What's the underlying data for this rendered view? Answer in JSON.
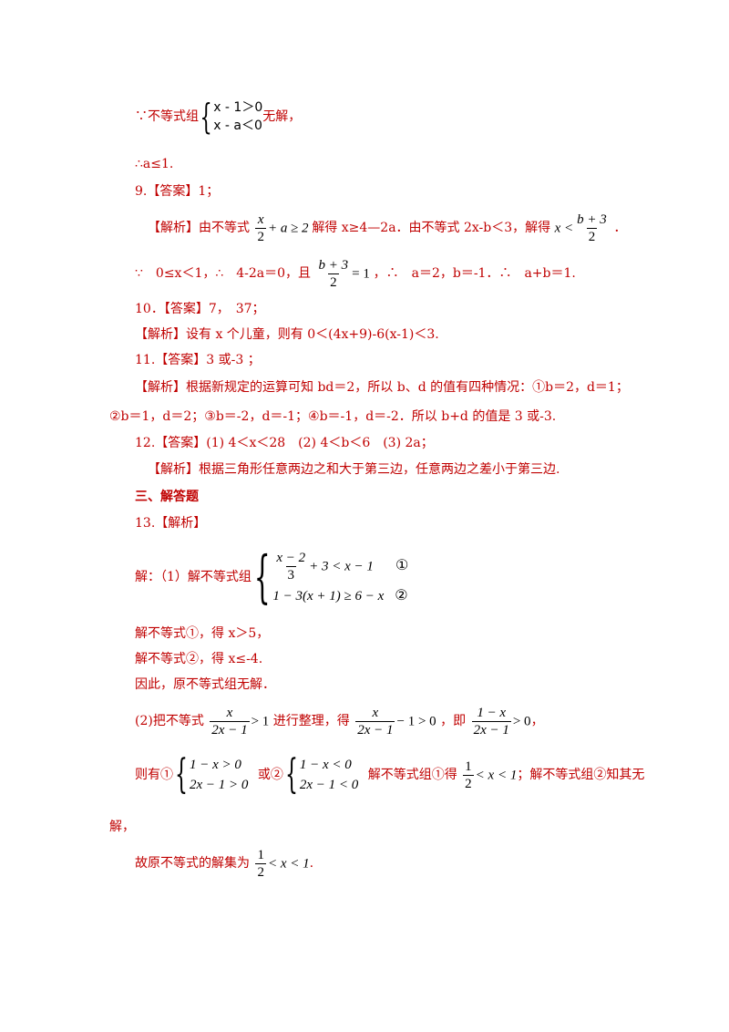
{
  "line1": {
    "prefix": "∵不等式组",
    "row1": "x - 1＞0",
    "row2": "x - a＜0",
    "suffix": "无解，"
  },
  "line2": {
    "text": "∴a≤1."
  },
  "q9": {
    "head": "9.【答案】1；",
    "p1": "【解析】由不等式",
    "f1_num": "x",
    "f1_den": "2",
    "f1_rest": "+ a ≥ 2",
    "p2": "解得 x≥4—2a．由不等式 2x-b＜3，解得",
    "f2_lhs": "x <",
    "f2_num": "b + 3",
    "f2_den": "2",
    "f2_end": "．",
    "p3a": "∵　0≤x＜1，∴　4-2a＝0，且",
    "f3_num": "b + 3",
    "f3_den": "2",
    "f3_rest": "= 1",
    "p3b": "，∴　a＝2，b＝-1．∴　a+b＝1."
  },
  "q10": {
    "head": "10．【答案】7，　37；",
    "analysis": "【解析】设有 x 个儿童，则有 0＜(4x+9)-6(x-1)＜3."
  },
  "q11": {
    "head": "11.【答案】3 或-3 ；",
    "a1": "【解析】根据新规定的运算可知 bd＝2，所以 b、d 的值有四种情况：①b＝2，d＝1；",
    "a2": "②b＝1，d＝2；③b＝-2，d＝-1；④b＝-1，d＝-2．所以 b+d 的值是 3 或-3."
  },
  "q12": {
    "head": "12.【答案】(1) 4＜x＜28　(2) 4＜b＜6　(3) 2a；",
    "analysis": "【解析】根据三角形任意两边之和大于第三边，任意两边之差小于第三边."
  },
  "section3": {
    "title": "三、解答题"
  },
  "q13": {
    "head": "13.【解析】",
    "p1": "解：（1）解不等式组",
    "s1_num": "x − 2",
    "s1_den": "3",
    "s1_rest": "+ 3 < x − 1",
    "s1_mark": "①",
    "s2": "1 − 3(x + 1) ≥ 6 − x",
    "s2_mark": "②",
    "r1": "解不等式①，得 x＞5，",
    "r2": "解不等式②，得 x≤-4.",
    "r3": "因此，原不等式组无解．",
    "p2a": "(2)把不等式",
    "g1_num": "x",
    "g1_den": "2x − 1",
    "g1_rest": "> 1",
    "p2b": "进行整理，得",
    "g2_num": "x",
    "g2_den": "2x − 1",
    "g2_rest": "− 1 > 0",
    "p2c": "，即",
    "g3_num": "1 − x",
    "g3_den": "2x − 1",
    "g3_rest": "> 0",
    "p2d": "，",
    "p3a": "则有①",
    "c1a": "1 − x > 0",
    "c1b": "2x − 1 > 0",
    "p3b": "或②",
    "c2a": "1 − x < 0",
    "c2b": "2x − 1 < 0",
    "p3c": "解不等式组①得",
    "h_num": "1",
    "h_den": "2",
    "h_rest": "< x < 1",
    "p3d": "；解不等式组②知其无",
    "p4": "解，",
    "p5a": "故原不等式的解集为",
    "k_num": "1",
    "k_den": "2",
    "k_rest": "< x < 1",
    "p5b": "."
  }
}
